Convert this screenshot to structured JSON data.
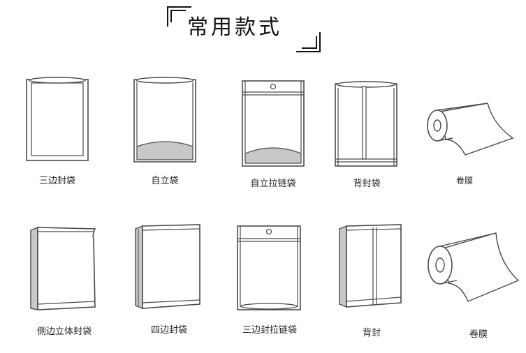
{
  "title": "常用款式",
  "colors": {
    "line": "#4a4a4a",
    "fill": "#c8c8c8",
    "white": "#ffffff"
  },
  "row1": [
    {
      "label": "三边封袋",
      "icon": "three-side-seal-bag-icon"
    },
    {
      "label": "自立袋",
      "icon": "stand-up-pouch-icon"
    },
    {
      "label": "自立拉链袋",
      "icon": "stand-up-zipper-pouch-icon"
    },
    {
      "label": "背封袋",
      "icon": "back-seal-bag-icon"
    },
    {
      "label": "卷膜",
      "icon": "roll-film-icon"
    }
  ],
  "row2": [
    {
      "label": "侧边立体封袋",
      "icon": "side-gusset-bag-icon"
    },
    {
      "label": "四边封袋",
      "icon": "four-side-seal-bag-icon"
    },
    {
      "label": "三边封拉链袋",
      "icon": "three-side-seal-zipper-bag-icon"
    },
    {
      "label": "背封",
      "icon": "back-seal-icon"
    },
    {
      "label": "卷膜",
      "icon": "roll-film-icon"
    }
  ]
}
